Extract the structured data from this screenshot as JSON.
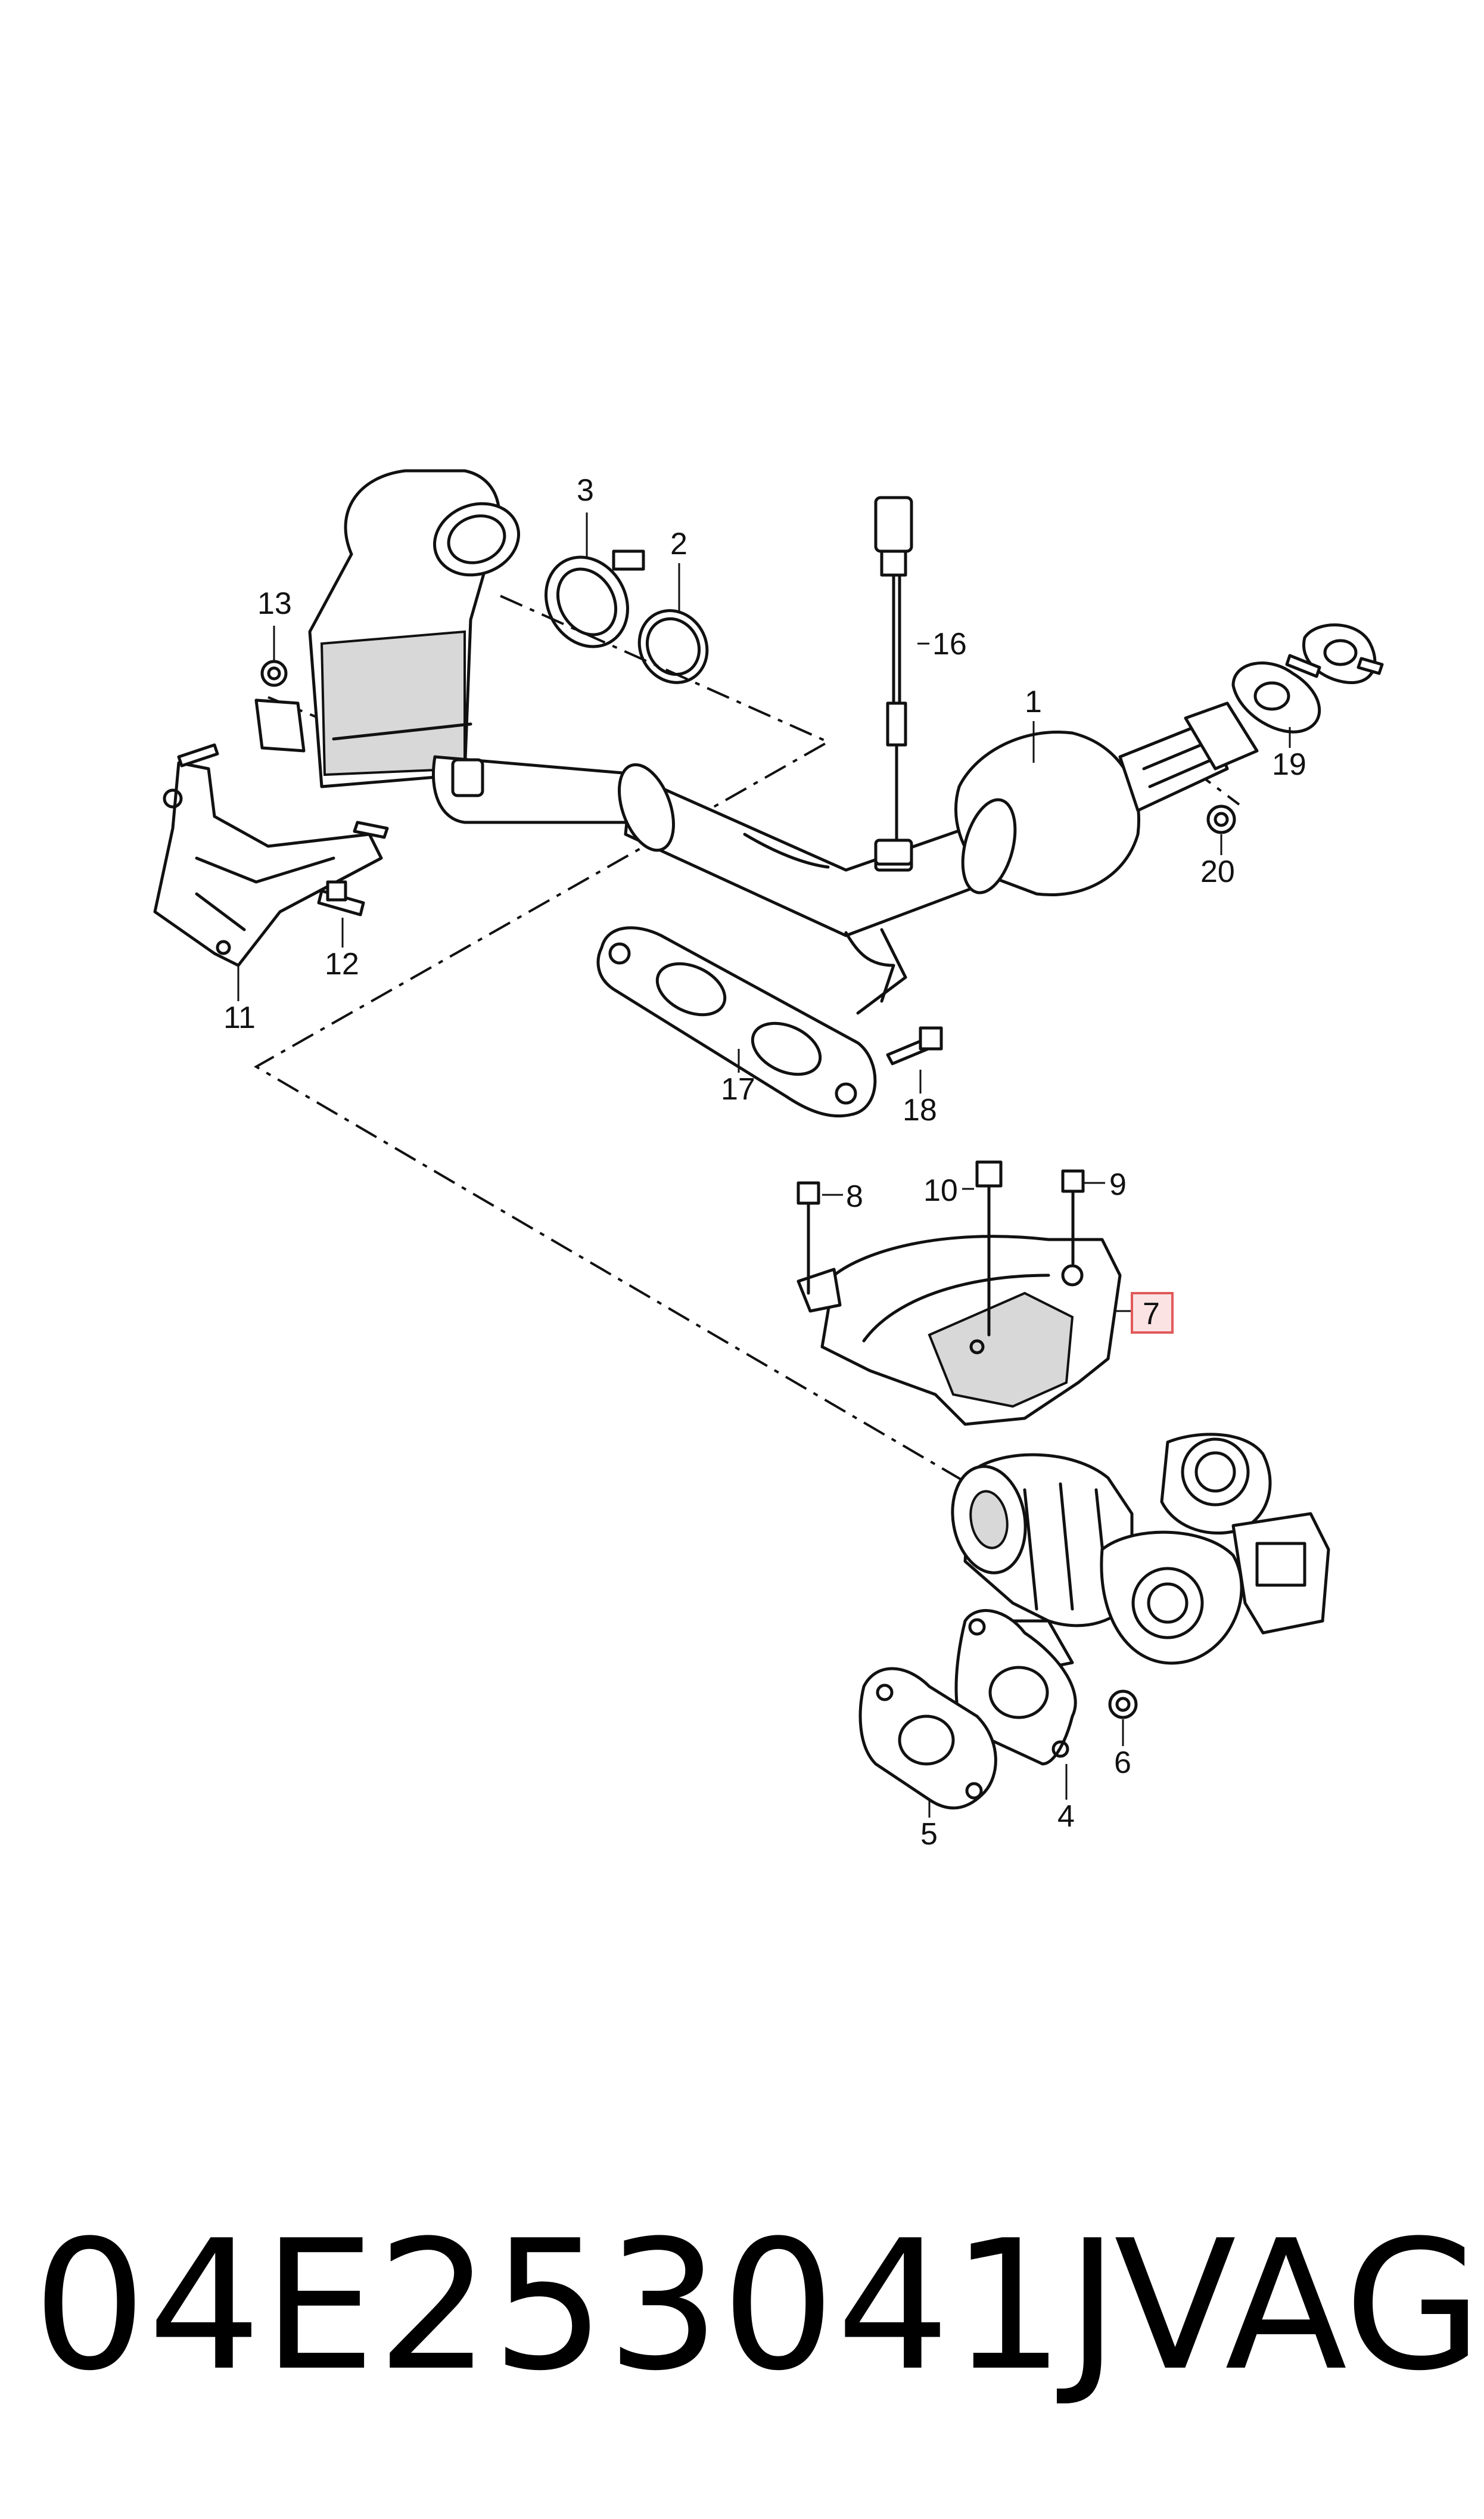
{
  "callouts": {
    "c1": "1",
    "c2": "2",
    "c3": "3",
    "c4": "4",
    "c5": "5",
    "c6": "6",
    "c7": "7",
    "c8": "8",
    "c9": "9",
    "c10": "10",
    "c11": "11",
    "c12": "12",
    "c13": "13",
    "c16": "16",
    "c17": "17",
    "c18": "18",
    "c19": "19",
    "c20": "20"
  },
  "footer": {
    "part_number": "04E253041J",
    "brand": "VAG"
  },
  "colors": {
    "line": "#111111",
    "highlight_box": "#e05a5a",
    "background": "#ffffff"
  }
}
